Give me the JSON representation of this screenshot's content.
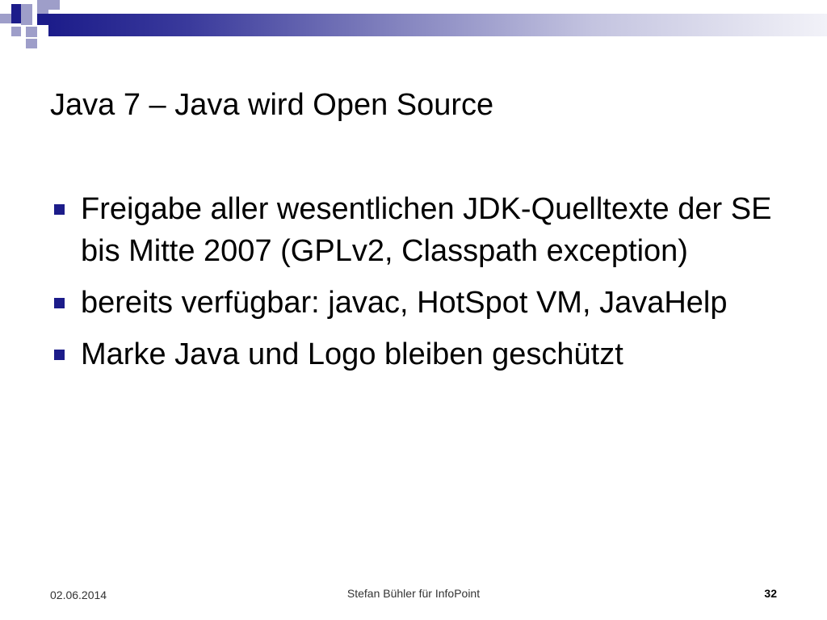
{
  "slide": {
    "title": "Java 7 – Java wird Open Source",
    "bullets": [
      "Freigabe aller wesentlichen JDK-Quelltexte der SE bis Mitte 2007 (GPLv2, Classpath exception)",
      "bereits verfügbar: javac, HotSpot VM, JavaHelp",
      "Marke Java und Logo bleiben geschützt"
    ]
  },
  "footer": {
    "date": "02.06.2014",
    "author": "Stefan Bühler für InfoPoint",
    "page_number": "32"
  },
  "colors": {
    "accent": "#1c1c8a",
    "accent_light": "#9e9ec9",
    "background": "#ffffff"
  }
}
